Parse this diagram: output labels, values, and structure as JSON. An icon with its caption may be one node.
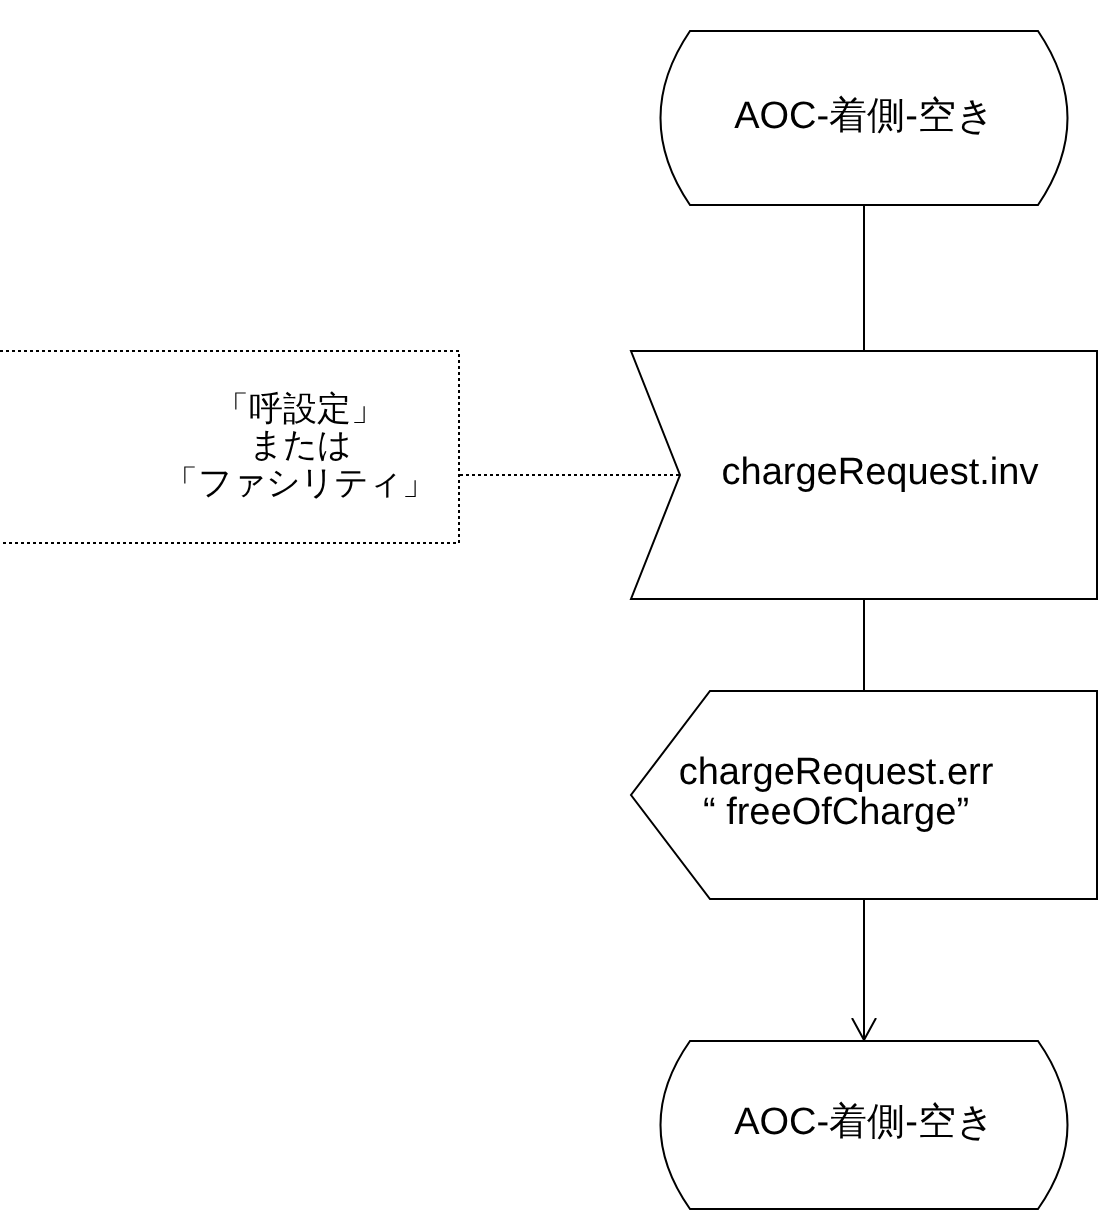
{
  "diagram": {
    "nodes": [
      {
        "text": [
          "AOC-着側-空き"
        ]
      },
      {
        "text": [
          "chargeRequest.inv"
        ]
      },
      {
        "text": [
          "chargeRequest.err “ freeOfCharge”"
        ]
      },
      {
        "text": [
          "AOC-着側-空き"
        ]
      },
      {
        "text": [
          "「呼設定」",
          "または",
          "「ファシリティ」"
        ]
      }
    ],
    "edges": [
      {
        "from": 0,
        "to": 1,
        "arrow": "none"
      },
      {
        "from": 1,
        "to": 2,
        "arrow": "none"
      },
      {
        "from": 2,
        "to": 3,
        "arrow": "to"
      },
      {
        "from": 4,
        "to": 1,
        "arrow": "none",
        "style": "dashed"
      }
    ]
  }
}
